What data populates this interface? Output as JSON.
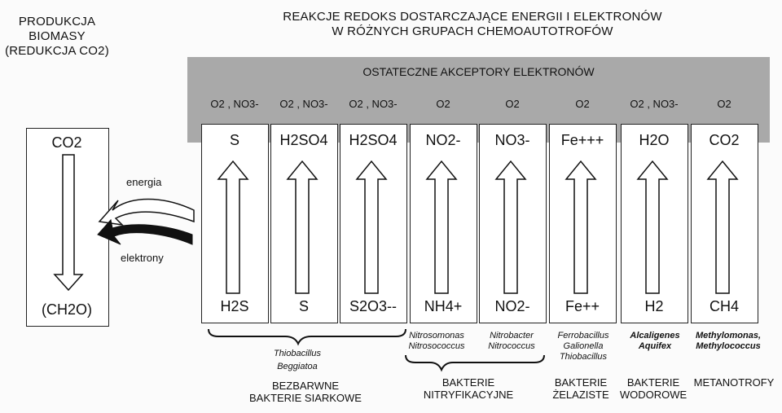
{
  "title": {
    "left_line1": "PRODUKCJA",
    "left_line2": "BIOMASY",
    "left_line3": "(REDUKCJA CO2)",
    "main_line1": "REAKCJE REDOKS DOSTARCZAJĄCE ENERGII I ELEKTRONÓW",
    "main_line2": "W RÓŻNYCH GRUPACH CHEMOAUTOTROFÓW"
  },
  "band_title": "OSTATECZNE AKCEPTORY ELEKTRONÓW",
  "left_box": {
    "top": "CO2",
    "bottom": "(CH2O)"
  },
  "arrow_labels": {
    "energy": "energia",
    "electrons": "elektrony"
  },
  "columns": [
    {
      "acceptor": "O2 , NO3-",
      "top": "S",
      "bottom": "H2S"
    },
    {
      "acceptor": "O2 , NO3-",
      "top": "H2SO4",
      "bottom": "S"
    },
    {
      "acceptor": "O2 , NO3-",
      "top": "H2SO4",
      "bottom": "S2O3--"
    },
    {
      "acceptor": "O2",
      "top": "NO2-",
      "bottom": "NH4+"
    },
    {
      "acceptor": "O2",
      "top": "NO3-",
      "bottom": "NO2-"
    },
    {
      "acceptor": "O2",
      "top": "Fe+++",
      "bottom": "Fe++"
    },
    {
      "acceptor": "O2 , NO3-",
      "top": "H2O",
      "bottom": "H2"
    },
    {
      "acceptor": "O2",
      "top": "CO2",
      "bottom": "CH4"
    }
  ],
  "species": {
    "thiobacillus": "Thiobacillus",
    "beggiatoa": "Beggiatoa",
    "nitrosomonas": "Nitrosomonas",
    "nitrosococcus": "Nitrosococcus",
    "nitrobacter": "Nitrobacter",
    "nitrococcus": "Nitrococcus",
    "ferrobacillus": "Ferrobacillus",
    "galionella": "Galionella",
    "thiobacillus2": "Thiobacillus",
    "alcaligenes": "Alcaligenes",
    "aquifex": "Aquifex",
    "methylomonas": "Methylomonas,",
    "methylococcus": "Methylococcus"
  },
  "groups": {
    "sulfur_line1": "BEZBARWNE",
    "sulfur_line2": "BAKTERIE SIARKOWE",
    "nitrif_line1": "BAKTERIE",
    "nitrif_line2": "NITRYFIKACYJNE",
    "iron_line1": "BAKTERIE",
    "iron_line2": "ŻELAZISTE",
    "hydrogen_line1": "BAKTERIE",
    "hydrogen_line2": "WODOROWE",
    "methano": "METANOTROFY"
  },
  "colors": {
    "band": "#a9a9a9",
    "ink": "#111111"
  }
}
